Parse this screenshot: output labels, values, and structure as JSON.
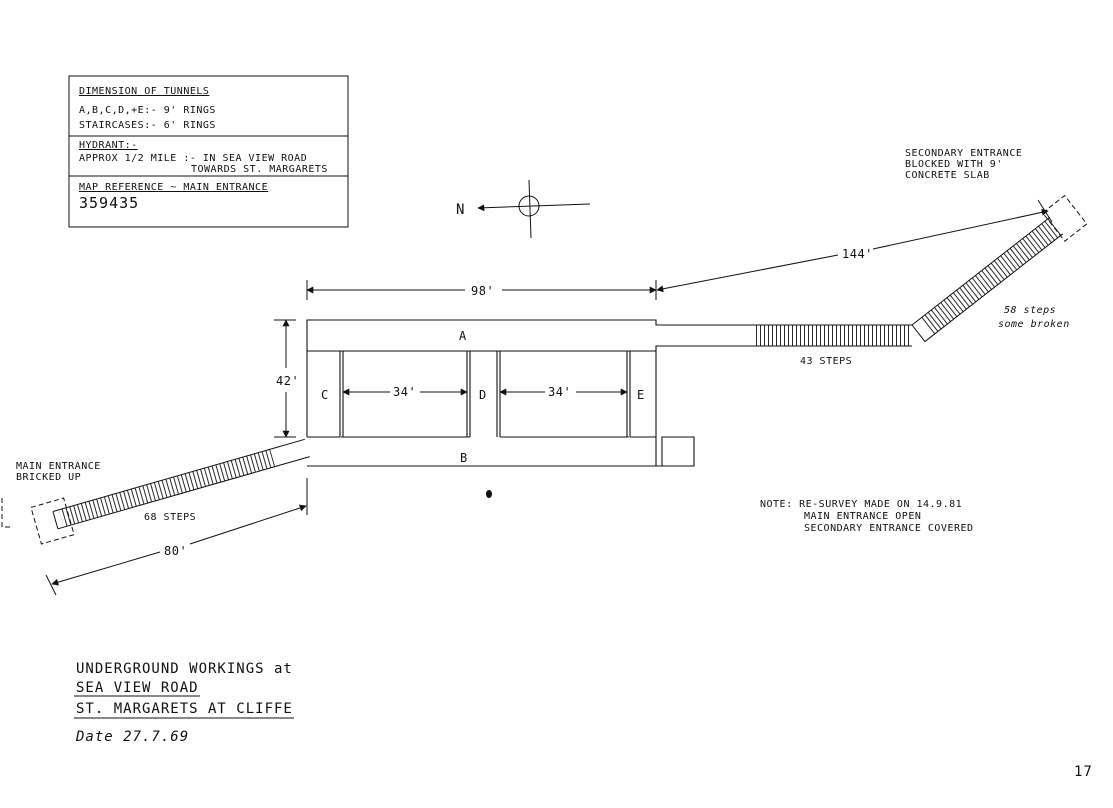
{
  "info_box": {
    "tunnels_heading": "DIMENSION OF TUNNELS",
    "tunnels_line1": "A,B,C,D,+E:- 9' RINGS",
    "staircases_line": "STAIRCASES:- 6' RINGS",
    "hydrant_heading": "HYDRANT:-",
    "hydrant_line1": "APPROX 1/2 MILE :- IN SEA VIEW ROAD",
    "hydrant_line2": "TOWARDS ST. MARGARETS",
    "map_ref_heading": "MAP REFERENCE ~ MAIN ENTRANCE",
    "map_ref_value": "359435"
  },
  "compass": {
    "north_label": "N"
  },
  "secondary_entrance": {
    "line1": "SECONDARY ENTRANCE",
    "line2": "BLOCKED WITH 9'",
    "line3": "CONCRETE SLAB"
  },
  "main_entrance": {
    "line1": "MAIN ENTRANCE",
    "line2": "BRICKED UP"
  },
  "dimensions": {
    "width_98": "98'",
    "len_144": "144'",
    "height_42": "42'",
    "span_34_left": "34'",
    "span_34_right": "34'",
    "len_80": "80'"
  },
  "tunnel_labels": {
    "a": "A",
    "b": "B",
    "c": "C",
    "d": "D",
    "e": "E"
  },
  "stairs": {
    "steps_58_line1": "58 steps",
    "steps_58_line2": "some broken",
    "steps_43": "43 STEPS",
    "steps_68": "68 STEPS"
  },
  "note": {
    "line1": "NOTE: RE-SURVEY MADE ON 14.9.81",
    "line2": "MAIN ENTRANCE OPEN",
    "line3": "SECONDARY ENTRANCE COVERED"
  },
  "title": {
    "line1": "UNDERGROUND WORKINGS at",
    "line2": "SEA VIEW ROAD",
    "line3": "ST. MARGARETS AT CLIFFE",
    "date": "Date 27.7.69"
  },
  "page_number": "17"
}
